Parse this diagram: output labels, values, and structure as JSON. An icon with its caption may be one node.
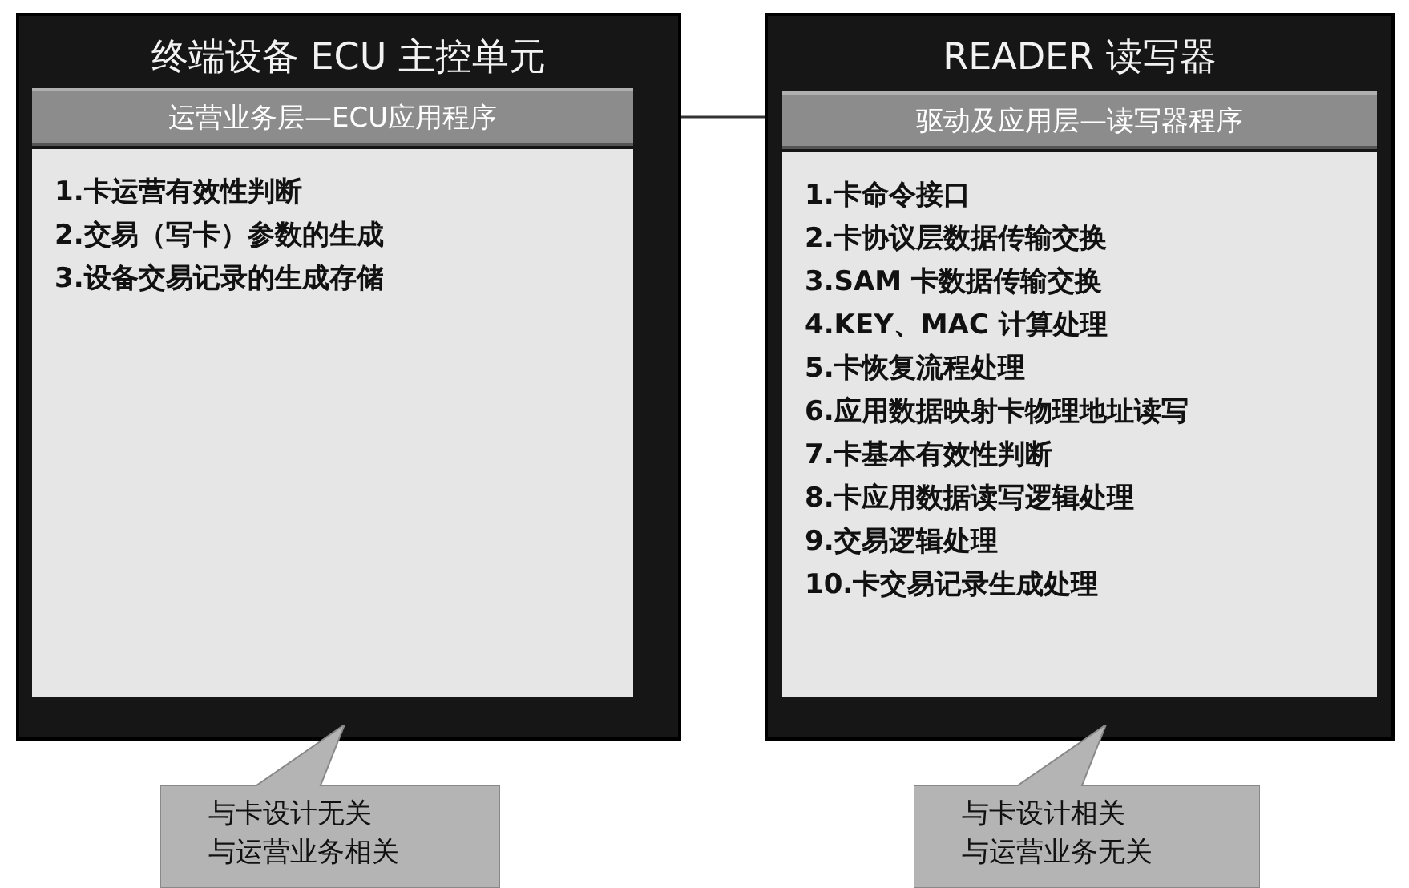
{
  "diagram": {
    "nodes": [
      {
        "text": [
          "终端设备 ECU 主控单元"
        ]
      },
      {
        "text": [
          "运营业务层—ECU应用程序"
        ],
        "in": 0
      },
      {
        "text": [
          "1.卡运营有效性判断",
          "2.交易（写卡）参数的生成",
          "3.设备交易记录的生成存储"
        ],
        "in": 0
      },
      {
        "text": [
          "READER 读写器"
        ]
      },
      {
        "text": [
          "驱动及应用层—读写器程序"
        ],
        "in": 3
      },
      {
        "text": [
          "1.卡命令接口",
          "2.卡协议层数据传输交换",
          "3.SAM 卡数据传输交换",
          "4.KEY、MAC 计算处理",
          "5.卡恢复流程处理",
          "6.应用数据映射卡物理地址读写",
          "7.卡基本有效性判断",
          "8.卡应用数据读写逻辑处理",
          "9.交易逻辑处理",
          "10.卡交易记录生成处理"
        ],
        "in": 3
      },
      {
        "text": [
          "与卡设计无关",
          "与运营业务相关"
        ]
      },
      {
        "text": [
          "与卡设计相关",
          "与运营业务无关"
        ]
      }
    ],
    "edges": [
      {
        "from": 1,
        "to": 4,
        "arrow": "none"
      }
    ]
  }
}
